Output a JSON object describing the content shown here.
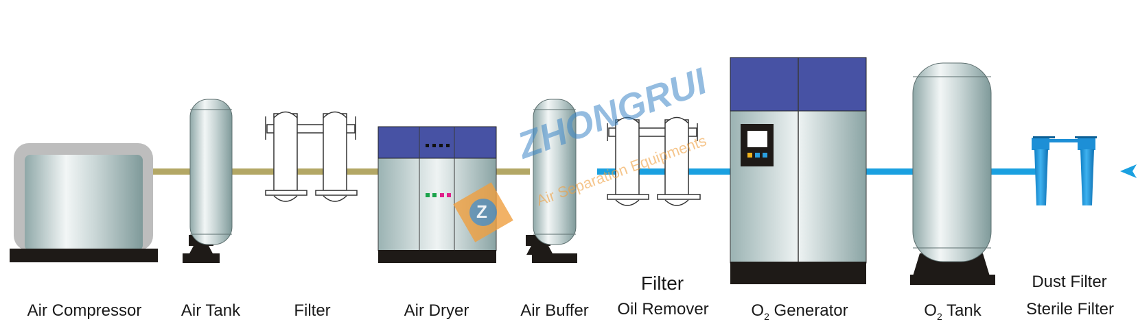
{
  "equipment": [
    {
      "id": "air-compressor",
      "label": "Air Compressor"
    },
    {
      "id": "air-tank",
      "label": "Air Tank"
    },
    {
      "id": "filter",
      "label": "Filter"
    },
    {
      "id": "air-dryer",
      "label": "Air Dryer"
    },
    {
      "id": "air-buffer",
      "label": "Air Buffer"
    },
    {
      "id": "oil-remover",
      "label_top": "Filter",
      "label": "Oil Remover"
    },
    {
      "id": "o2-generator",
      "label_prefix": "O",
      "label_sub": "2",
      "label_suffix": " Generator"
    },
    {
      "id": "o2-tank",
      "label_prefix": "O",
      "label_sub": "2",
      "label_suffix": " Tank"
    },
    {
      "id": "final-filters",
      "label_top": "Dust Filter",
      "label": "Sterile Filter"
    }
  ],
  "watermark": {
    "brand": "ZHONGRUI",
    "tagline": "Air Separation Equipments",
    "logo_letter": "Z"
  },
  "colors": {
    "compressed_air_pipe": "#b3a765",
    "oxygen_pipe": "#1aa0e0",
    "panel_blue": "#4752a4",
    "base_dark": "#1e1a17",
    "filter_blue": "#1d8fd6",
    "watermark_text": "#3d87c7",
    "watermark_orange": "#f0a040"
  }
}
